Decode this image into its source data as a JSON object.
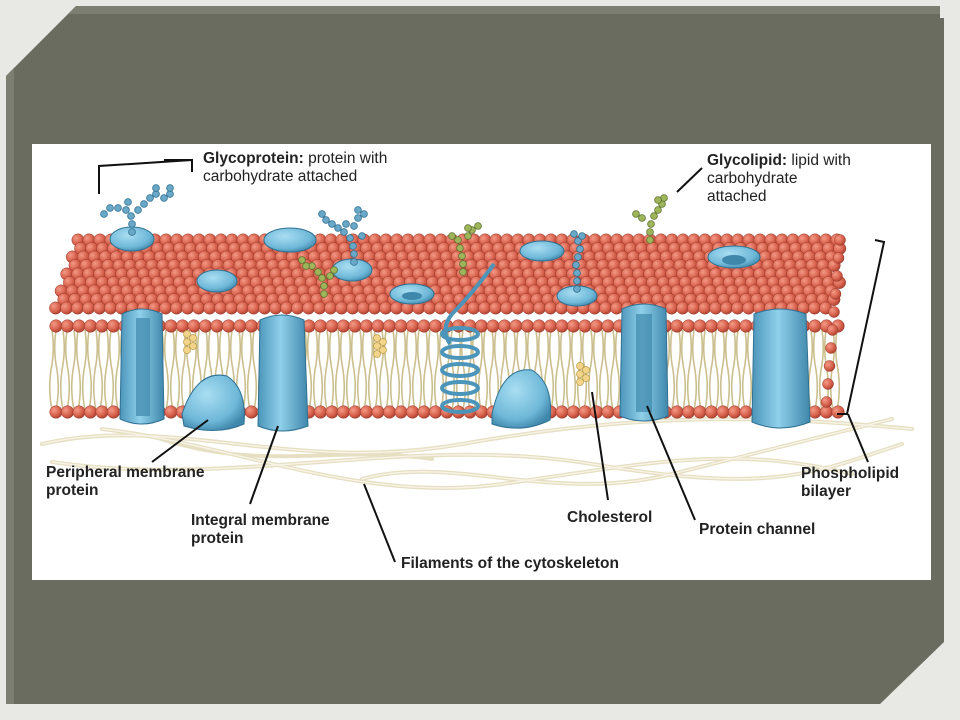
{
  "labels": {
    "glycoprotein_term": "Glycoprotein:",
    "glycoprotein_def_1": "protein with",
    "glycoprotein_def_2": "carbohydrate attached",
    "glycolipid_term": "Glycolipid:",
    "glycolipid_def_1": "lipid with",
    "glycolipid_def_2": "carbohydrate",
    "glycolipid_def_3": "attached",
    "peripheral_1": "Peripheral membrane",
    "peripheral_2": "protein",
    "integral_1": "Integral membrane",
    "integral_2": "protein",
    "filaments": "Filaments of the cytoskeleton",
    "cholesterol": "Cholesterol",
    "protein_channel": "Protein channel",
    "phospholipid_1": "Phospholipid",
    "phospholipid_2": "bilayer"
  },
  "colors": {
    "frame": "#6a6c60",
    "panel": "#ffffff",
    "head": "#d9634f",
    "head_dark": "#b4483a",
    "protein": "#6fb8d8",
    "protein_dark": "#3f87ab",
    "glyco_blue": "#6aa8c8",
    "glyco_green": "#9fb55a",
    "cholesterol": "#f2d58b",
    "filament": "#ece6cc",
    "tail": "#d9cfa4"
  }
}
